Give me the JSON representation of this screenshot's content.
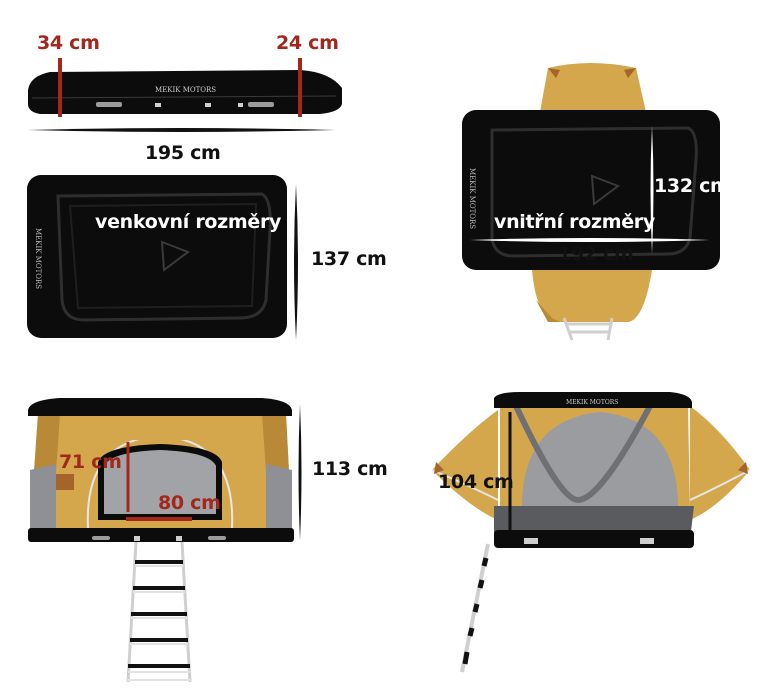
{
  "colors": {
    "shell": "#0c0c0c",
    "fabric": "#d4a74c",
    "fabric_shade": "#b88a37",
    "mesh": "#9a9ca0",
    "dimension_red": "#a3281b",
    "base": "#5a5b5e"
  },
  "brand": "MEKIK MOTORS",
  "labels": {
    "top_front_height": "34 cm",
    "top_rear_height": "24 cm",
    "length": "195 cm",
    "outer_caption": "venkovní rozměry",
    "width": "137 cm",
    "inner_width": "132 cm",
    "inner_caption": "vnitřní rozměry",
    "inner_length": "192 cm",
    "door_height": "71 cm",
    "door_width": "80 cm",
    "open_height_front": "113 cm",
    "open_height_side": "104 cm"
  }
}
